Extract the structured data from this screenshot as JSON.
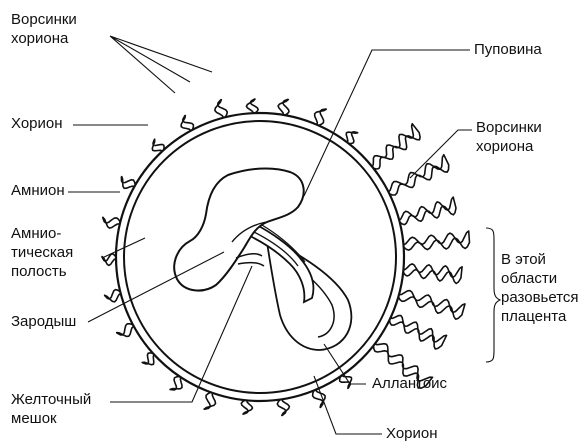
{
  "labels": {
    "villi_top": "Ворсинки\nхориона",
    "chorion_left": "Хорион",
    "amnion": "Амнион",
    "amniotic_cavity": "Амнио-\nтическая\nполость",
    "embryo": "Зародыш",
    "yolk_sac": "Желточный\nмешок",
    "umbilical_cord": "Пуповина",
    "villi_right": "Ворсинки\nхориона",
    "placenta_area": "В этой\nобласти\nразовьется\nплацента",
    "allantois": "Аллантоис",
    "chorion_bottom": "Хорион"
  },
  "colors": {
    "ink": "#111111",
    "background": "#ffffff"
  }
}
